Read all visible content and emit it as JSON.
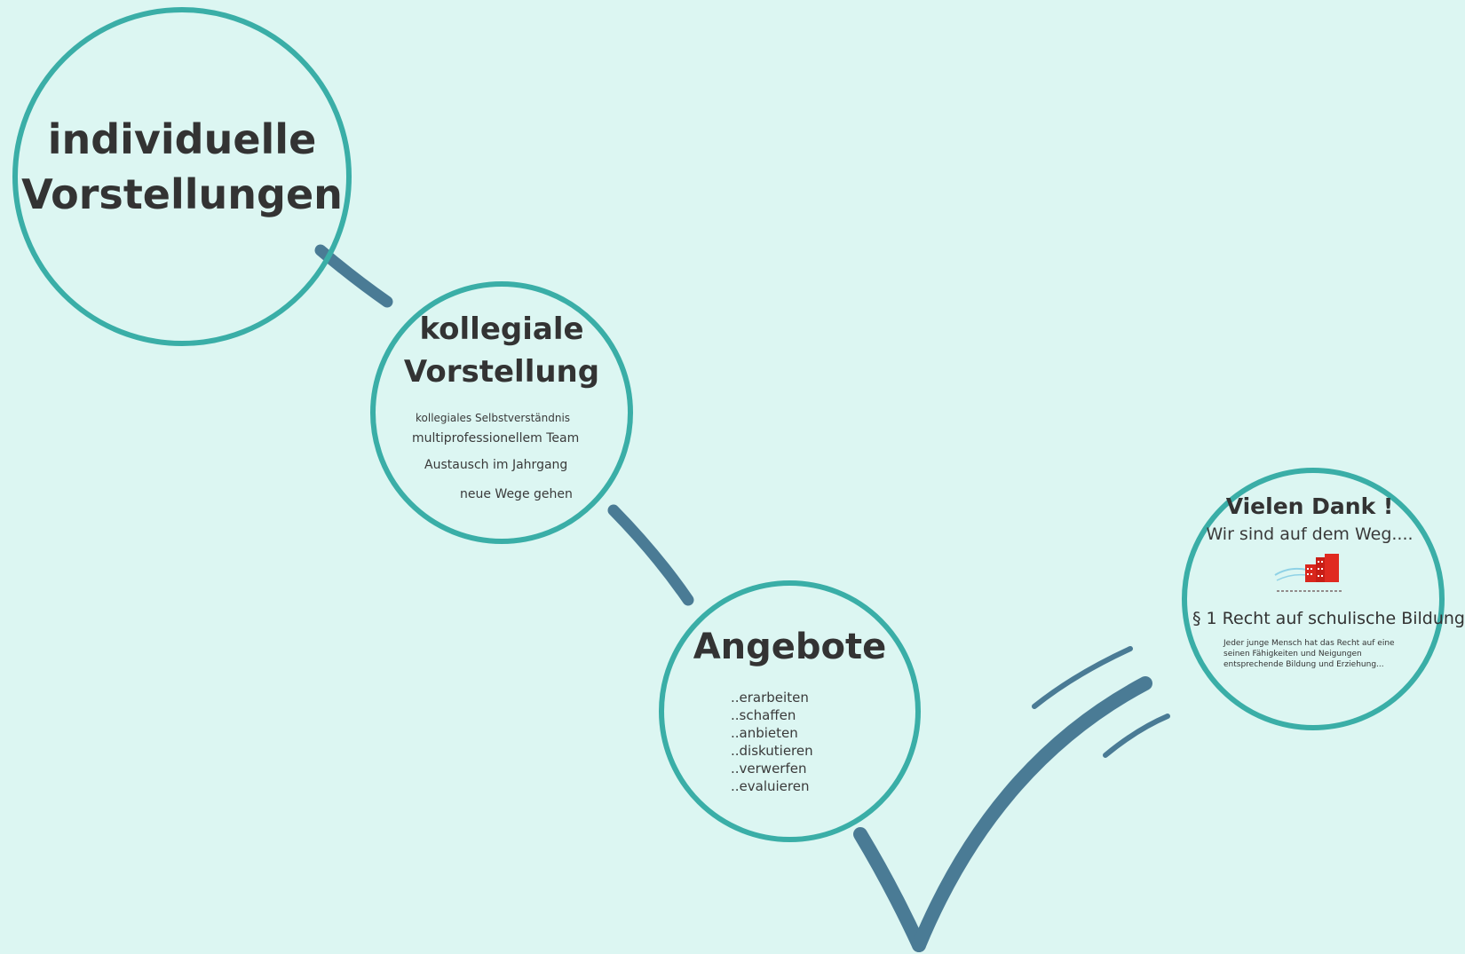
{
  "colors": {
    "background": "#dcf6f2",
    "circle_border": "#3aaea7",
    "path_stroke": "#4a7b95",
    "text": "#333333",
    "logo_red": "#d9261c"
  },
  "circle1": {
    "title_line1": "individuelle",
    "title_line2": "Vorstellungen"
  },
  "circle2": {
    "title_line1": "kollegiale",
    "title_line2": "Vorstellung",
    "items": [
      "kollegiales Selbstverständnis",
      "multiprofessionellem Team",
      "Austausch im Jahrgang",
      "neue Wege gehen"
    ]
  },
  "circle3": {
    "title": "Angebote",
    "verbs": [
      "..erarbeiten",
      "..schaffen",
      "..anbieten",
      "..diskutieren",
      "..verwerfen",
      "..evaluieren"
    ]
  },
  "circle4": {
    "thanks": "Vielen Dank !",
    "subtitle": "Wir sind auf dem Weg....",
    "logo_icon": "school-building-logo",
    "law_title": "§ 1 Recht auf schulische Bildung",
    "law_text": "Jeder junge Mensch hat das Recht auf eine seinen Fähigkeiten und Neigungen entsprechende Bildung und Erziehung..."
  }
}
